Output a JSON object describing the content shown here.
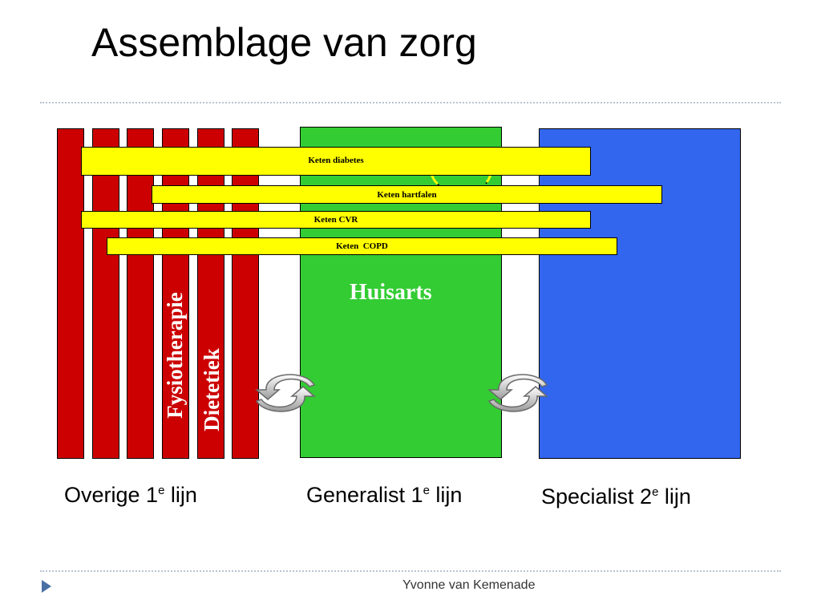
{
  "slide": {
    "title": "Assemblage van zorg",
    "footer": "Yvonne van Kemenade"
  },
  "columns": {
    "overige": {
      "base": "Overige 1",
      "sup": "e",
      "rest": " lijn",
      "color": "#cc0000"
    },
    "generalist": {
      "base": "Generalist 1",
      "sup": "e",
      "rest": " lijn",
      "color": "#33cc33"
    },
    "specialist": {
      "base": "Specialist 2",
      "sup": "e",
      "rest": " lijn",
      "color": "#3366ee"
    }
  },
  "disciplines": {
    "fysiotherapie": "Fysiotherapie",
    "dietetiek": "Dietetiek",
    "huisarts": "Huisarts"
  },
  "chains": [
    {
      "label": "Keten diabetes"
    },
    {
      "label": "Keten hartfalen"
    },
    {
      "label": "Keten CVR"
    },
    {
      "label": "Keten  COPD"
    }
  ],
  "colors": {
    "chain": "#ffff00",
    "accent": "#4a6fa5"
  },
  "icons": {
    "cycle_left": "cycle-arrows-icon",
    "cycle_right": "cycle-arrows-icon",
    "footer_bullet": "triangle-right-icon"
  }
}
